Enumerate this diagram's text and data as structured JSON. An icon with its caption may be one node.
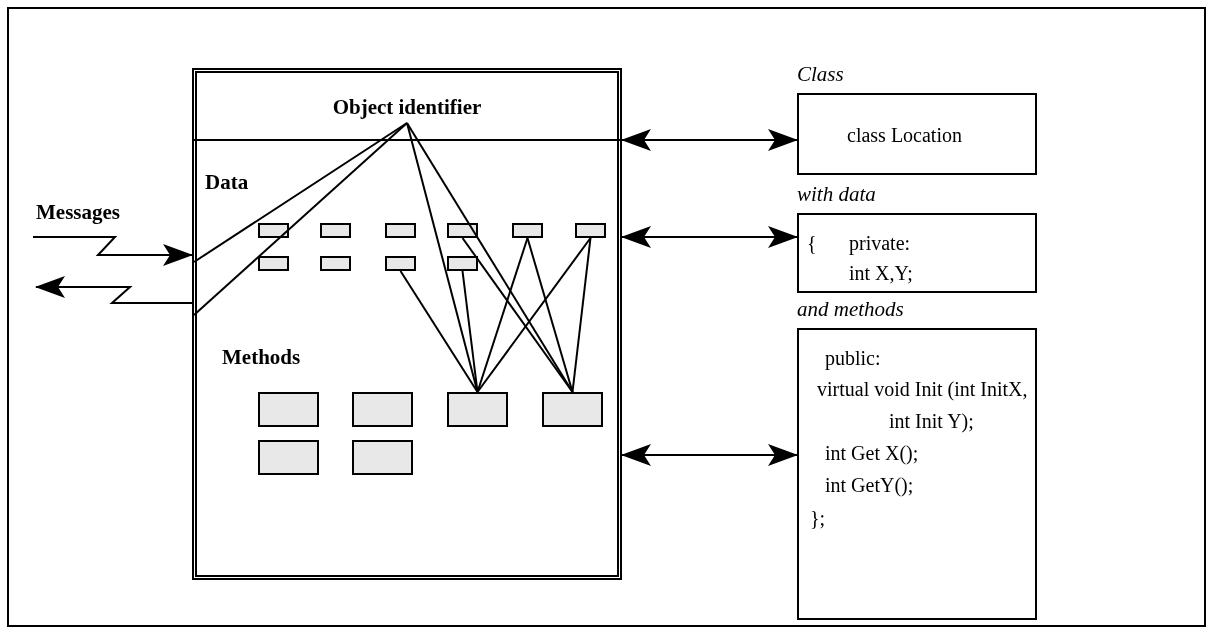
{
  "diagram": {
    "nodes": [
      {
        "text": [],
        "shape": "box"
      },
      {
        "text": [
          "Object identifier"
        ],
        "in": 0
      },
      {
        "text": [],
        "shape": "box",
        "in": 0
      },
      {
        "text": [],
        "shape": "box",
        "in": 0
      },
      {
        "text": [],
        "shape": "box",
        "in": 0
      },
      {
        "text": [],
        "shape": "box",
        "in": 0
      },
      {
        "text": [],
        "shape": "box",
        "in": 0
      },
      {
        "text": [],
        "shape": "box",
        "in": 0
      },
      {
        "text": [],
        "shape": "box",
        "in": 0
      },
      {
        "text": [],
        "shape": "box",
        "in": 0
      },
      {
        "text": [],
        "shape": "box",
        "in": 0
      },
      {
        "text": [],
        "shape": "box",
        "in": 0
      },
      {
        "text": [],
        "shape": "box",
        "in": 0
      },
      {
        "text": [],
        "shape": "box",
        "in": 0
      },
      {
        "text": [],
        "shape": "box",
        "in": 0
      },
      {
        "text": [],
        "shape": "box",
        "in": 0
      },
      {
        "text": [],
        "shape": "box",
        "in": 0
      },
      {
        "text": [],
        "shape": "box",
        "in": 0
      },
      {
        "text": [
          "Class",
          "class Location"
        ]
      },
      {
        "text": [
          "with data",
          "{",
          "private:",
          "int X,Y;"
        ]
      },
      {
        "text": [
          "and methods",
          "public:",
          "virtual void Init (int InitX, int Init Y);",
          "int Get X();",
          "int GetY();",
          "};"
        ]
      }
    ],
    "edges": [
      {
        "from": 1,
        "to": 18,
        "arrow": "both"
      },
      {
        "from": 0,
        "to": 19,
        "arrow": "both"
      },
      {
        "from": 0,
        "to": 20,
        "arrow": "both"
      },
      {
        "from": null,
        "to": 0,
        "arrow": "to"
      },
      {
        "from": 0,
        "to": null,
        "arrow": "to"
      },
      {
        "from": 1,
        "to": null,
        "arrow": "none"
      },
      {
        "from": 1,
        "to": null,
        "arrow": "none"
      },
      {
        "from": 1,
        "to": 14,
        "arrow": "none"
      },
      {
        "from": 1,
        "to": 15,
        "arrow": "none"
      },
      {
        "from": 10,
        "to": 14,
        "arrow": "none"
      },
      {
        "from": 11,
        "to": 14,
        "arrow": "none"
      },
      {
        "from": 5,
        "to": 15,
        "arrow": "none"
      },
      {
        "from": 6,
        "to": 14,
        "arrow": "none"
      },
      {
        "from": 6,
        "to": 15,
        "arrow": "none"
      },
      {
        "from": 7,
        "to": 14,
        "arrow": "none"
      },
      {
        "from": 7,
        "to": 15,
        "arrow": "none"
      }
    ],
    "labels": [
      "Messages",
      "Data",
      "Methods"
    ]
  }
}
